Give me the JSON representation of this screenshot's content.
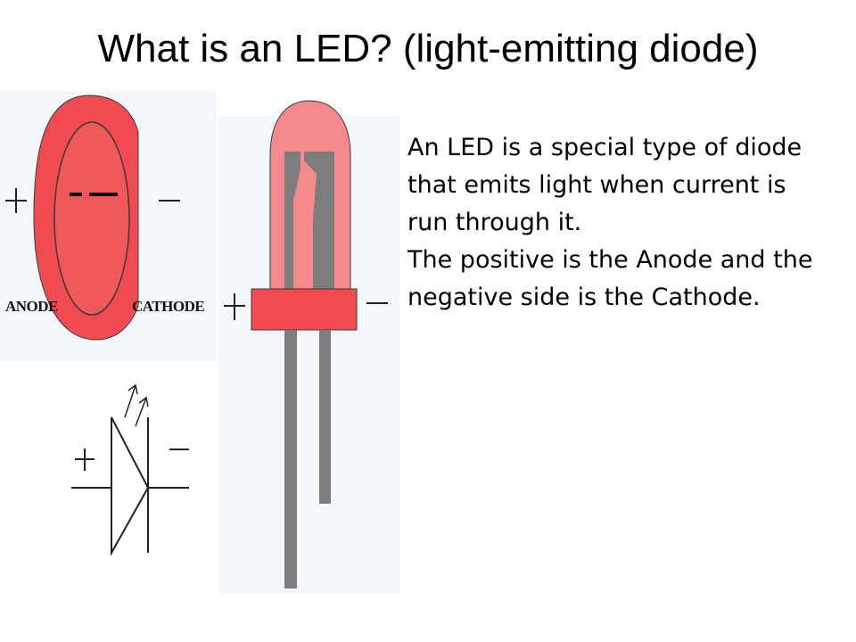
{
  "slide": {
    "title": "What is an LED? (light-emitting diode)",
    "paragraphs": [
      "An LED is a special type of diode that emits light when current is run through it.",
      "The positive is the Anode and the negative side is the Cathode."
    ]
  },
  "top_view": {
    "anode_label": "ANODE",
    "cathode_label": "CATHODE",
    "plus_sign": "+",
    "minus_sign": "–",
    "flat_mark": "- —"
  },
  "side_view": {
    "plus_sign": "+",
    "minus_sign": "–"
  },
  "schematic": {
    "plus_sign": "+",
    "minus_sign": "–"
  },
  "colors": {
    "led_red": "#ef4b50",
    "led_body_light": "#f58a8c",
    "lead_gray": "#7d7d7d",
    "panel_bg": "#f3f6fb"
  }
}
